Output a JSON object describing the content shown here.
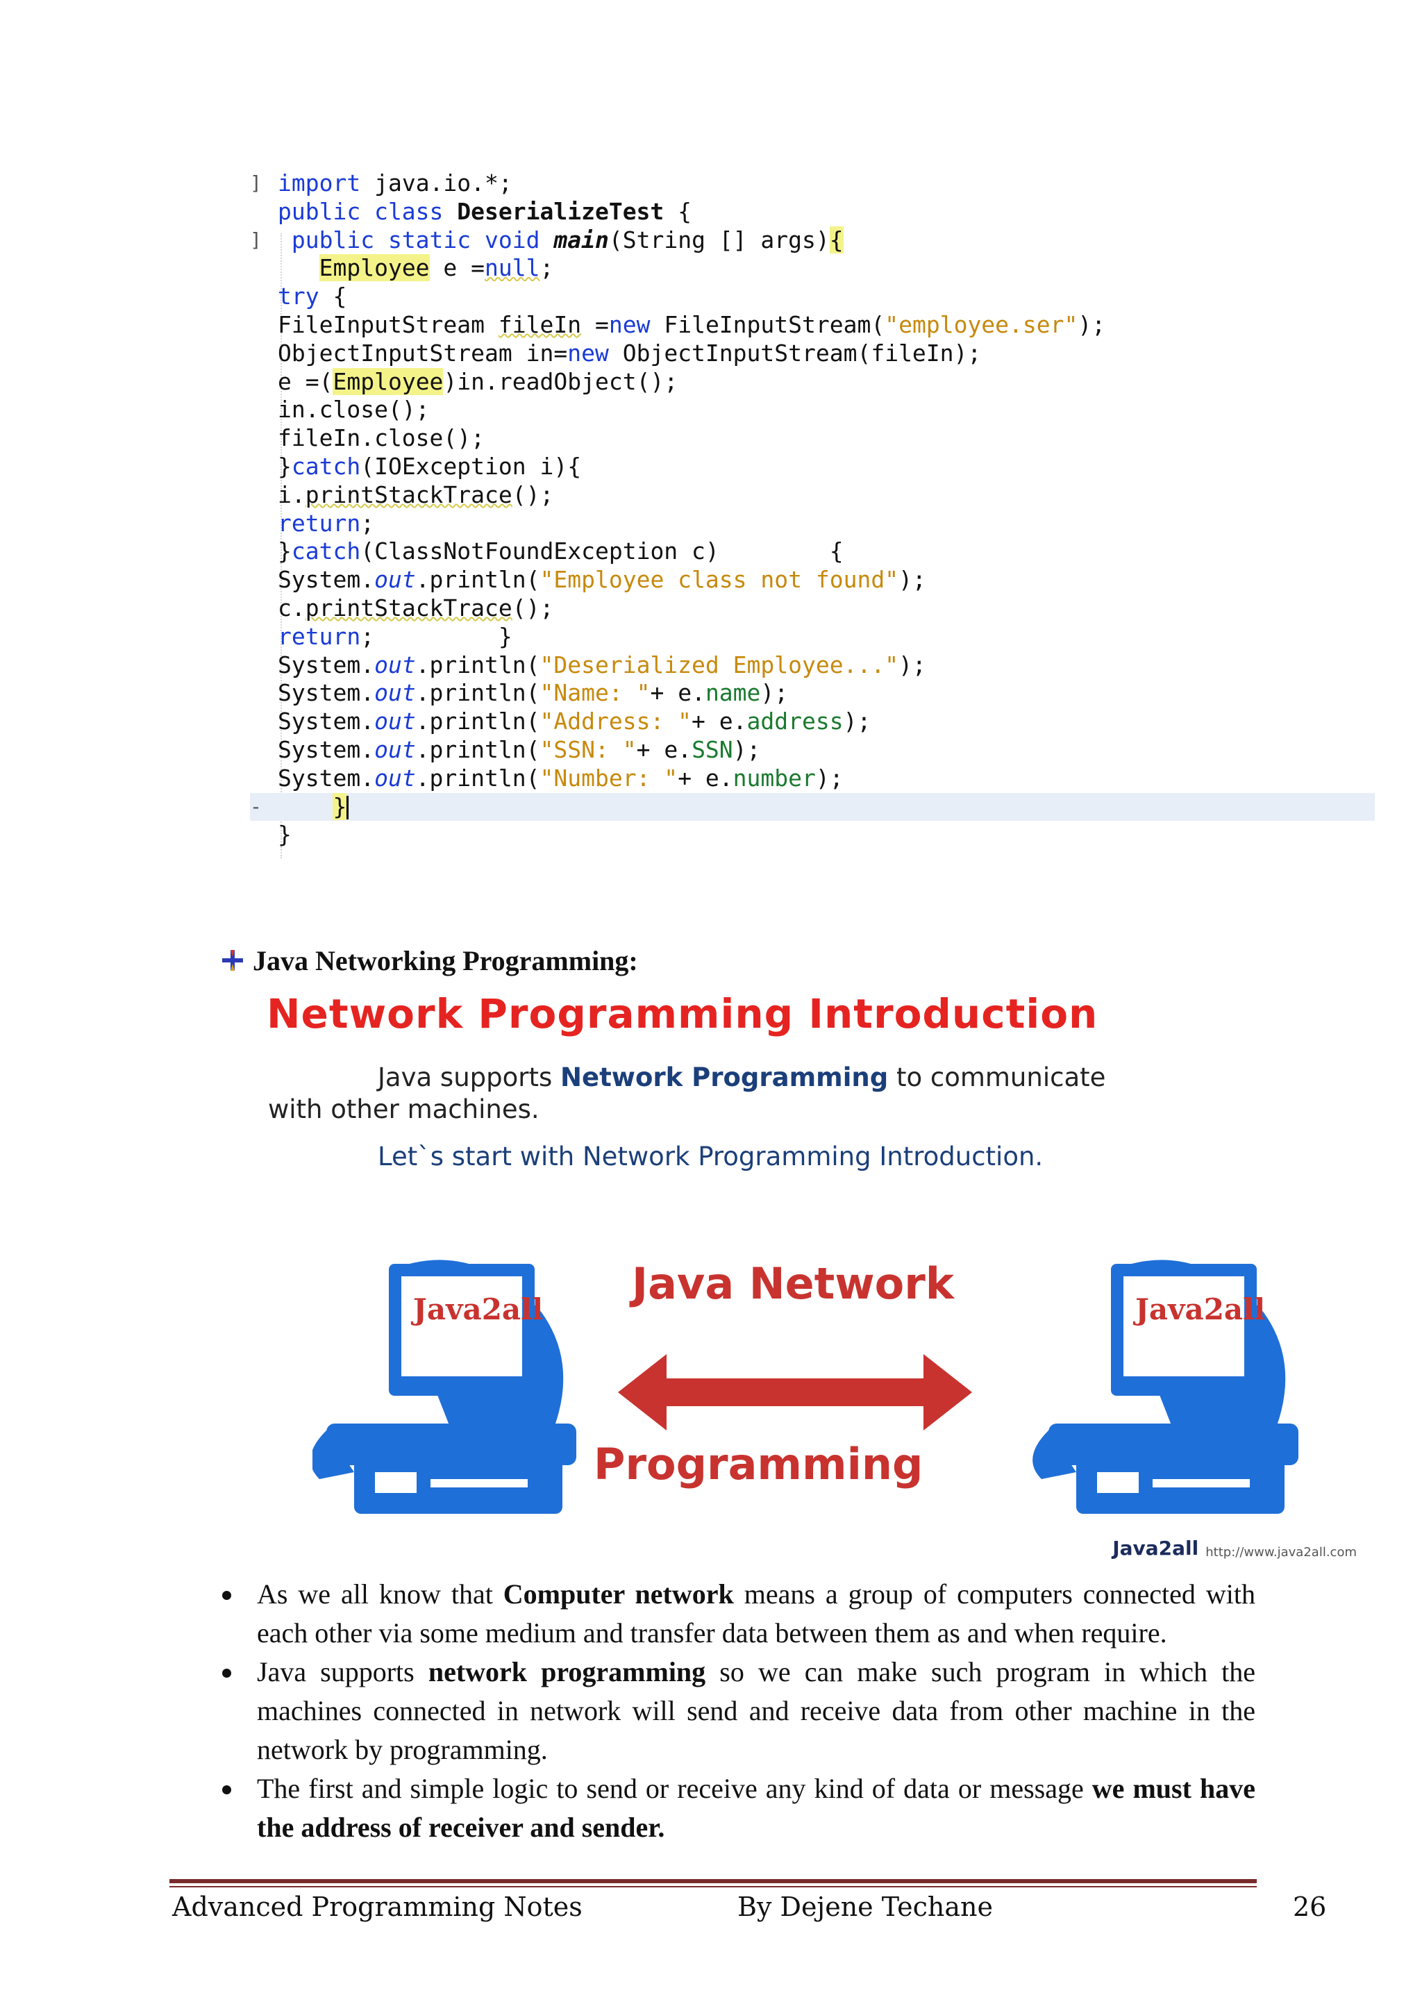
{
  "code": {
    "lines": [
      {
        "mark": "]",
        "indent": "",
        "tokens": [
          {
            "t": "import",
            "c": "kw"
          },
          {
            "t": " java.io.*;"
          }
        ]
      },
      {
        "mark": "",
        "indent": "",
        "tokens": [
          {
            "t": "public class ",
            "c": "kw"
          },
          {
            "t": "DeserializeTest",
            "c": "bold"
          },
          {
            "t": " {"
          }
        ]
      },
      {
        "mark": "]",
        "indent": " ",
        "tokens": [
          {
            "t": "public static void ",
            "c": "kw"
          },
          {
            "t": "main",
            "c": "boldit"
          },
          {
            "t": "(String [] args)"
          },
          {
            "t": "{",
            "c": "hl"
          }
        ]
      },
      {
        "mark": "",
        "indent": "   ",
        "tokens": [
          {
            "t": "Employee",
            "c": "hl"
          },
          {
            "t": " e ="
          },
          {
            "t": "null",
            "c": "kw uline"
          },
          {
            "t": ";"
          }
        ]
      },
      {
        "mark": "",
        "indent": "",
        "tokens": [
          {
            "t": "try",
            "c": "kw"
          },
          {
            "t": " {"
          }
        ]
      },
      {
        "mark": "",
        "indent": "",
        "tokens": [
          {
            "t": "FileInputStream "
          },
          {
            "t": "fileIn",
            "c": "uline"
          },
          {
            "t": " ="
          },
          {
            "t": "new",
            "c": "kw"
          },
          {
            "t": " FileInputStream("
          },
          {
            "t": "\"employee.ser\"",
            "c": "str"
          },
          {
            "t": ");"
          }
        ]
      },
      {
        "mark": "",
        "indent": "",
        "tokens": [
          {
            "t": "ObjectInputStream in="
          },
          {
            "t": "new",
            "c": "kw"
          },
          {
            "t": " ObjectInputStream(fileIn);"
          }
        ]
      },
      {
        "mark": "",
        "indent": "",
        "tokens": [
          {
            "t": "e =("
          },
          {
            "t": "Employee",
            "c": "hl"
          },
          {
            "t": ")in.readObject();"
          }
        ]
      },
      {
        "mark": "",
        "indent": "",
        "tokens": [
          {
            "t": "in.close();"
          }
        ]
      },
      {
        "mark": "",
        "indent": "",
        "tokens": [
          {
            "t": "fileIn.close();"
          }
        ]
      },
      {
        "mark": "",
        "indent": "",
        "tokens": [
          {
            "t": "}"
          },
          {
            "t": "catch",
            "c": "kw"
          },
          {
            "t": "(IOException i){"
          }
        ]
      },
      {
        "mark": "",
        "indent": "",
        "tokens": [
          {
            "t": "i."
          },
          {
            "t": "printStackTrace",
            "c": "uline"
          },
          {
            "t": "();"
          }
        ]
      },
      {
        "mark": "",
        "indent": "",
        "tokens": [
          {
            "t": "return",
            "c": "kw"
          },
          {
            "t": ";"
          }
        ]
      },
      {
        "mark": "",
        "indent": "",
        "tokens": [
          {
            "t": "}"
          },
          {
            "t": "catch",
            "c": "kw"
          },
          {
            "t": "(ClassNotFoundException c)        {"
          }
        ]
      },
      {
        "mark": "",
        "indent": "",
        "tokens": [
          {
            "t": "System."
          },
          {
            "t": "out",
            "c": "static-fld"
          },
          {
            "t": ".println("
          },
          {
            "t": "\"Employee class not found\"",
            "c": "str"
          },
          {
            "t": ");"
          }
        ]
      },
      {
        "mark": "",
        "indent": "",
        "tokens": [
          {
            "t": "c."
          },
          {
            "t": "printStackTrace",
            "c": "uline"
          },
          {
            "t": "();"
          }
        ]
      },
      {
        "mark": "",
        "indent": "",
        "tokens": [
          {
            "t": "return",
            "c": "kw"
          },
          {
            "t": ";         }"
          }
        ]
      },
      {
        "mark": "",
        "indent": "",
        "tokens": [
          {
            "t": "System."
          },
          {
            "t": "out",
            "c": "static-fld"
          },
          {
            "t": ".println("
          },
          {
            "t": "\"Deserialized Employee...\"",
            "c": "str"
          },
          {
            "t": ");"
          }
        ]
      },
      {
        "mark": "",
        "indent": "",
        "tokens": [
          {
            "t": "System."
          },
          {
            "t": "out",
            "c": "static-fld"
          },
          {
            "t": ".println("
          },
          {
            "t": "\"Name: \"",
            "c": "str"
          },
          {
            "t": "+ e."
          },
          {
            "t": "name",
            "c": "fld"
          },
          {
            "t": ");"
          }
        ]
      },
      {
        "mark": "",
        "indent": "",
        "tokens": [
          {
            "t": "System."
          },
          {
            "t": "out",
            "c": "static-fld"
          },
          {
            "t": ".println("
          },
          {
            "t": "\"Address: \"",
            "c": "str"
          },
          {
            "t": "+ e."
          },
          {
            "t": "address",
            "c": "fld"
          },
          {
            "t": ");"
          }
        ]
      },
      {
        "mark": "",
        "indent": "",
        "tokens": [
          {
            "t": "System."
          },
          {
            "t": "out",
            "c": "static-fld"
          },
          {
            "t": ".println("
          },
          {
            "t": "\"SSN: \"",
            "c": "str"
          },
          {
            "t": "+ e."
          },
          {
            "t": "SSN",
            "c": "fld"
          },
          {
            "t": ");"
          }
        ]
      },
      {
        "mark": "",
        "indent": "",
        "tokens": [
          {
            "t": "System."
          },
          {
            "t": "out",
            "c": "static-fld"
          },
          {
            "t": ".println("
          },
          {
            "t": "\"Number: \"",
            "c": "str"
          },
          {
            "t": "+ e."
          },
          {
            "t": "number",
            "c": "fld"
          },
          {
            "t": ");"
          }
        ]
      },
      {
        "mark": "-",
        "indent": "    ",
        "current": true,
        "tokens": [
          {
            "t": "}",
            "c": "hl"
          }
        ],
        "cursor": true
      },
      {
        "mark": "",
        "indent": "",
        "tokens": [
          {
            "t": "}"
          }
        ]
      }
    ]
  },
  "heading": {
    "text": "Java Networking  Programming:",
    "icon": "bullet-arrow-icon"
  },
  "banner": {
    "title": "Network Programming Introduction",
    "line1_pre": "Java supports ",
    "line1_blue": "Network Programming",
    "line1_post": " to communicate",
    "line2": "with other machines.",
    "line3": "Let`s start with Network Programming Introduction.",
    "art_title": "Java Network",
    "art_subtitle": "Programming",
    "logo_text": "Java2all",
    "credit_logo": "Java2all",
    "credit_url": "http://www.java2all.com",
    "colors": {
      "computer": "#1f6fd8",
      "arrow": "#c8332f",
      "title": "#e52421"
    }
  },
  "bullets": [
    {
      "parts": [
        {
          "t": "As we all know that "
        },
        {
          "t": "Computer network",
          "b": true
        },
        {
          "t": " means a group of computers connected with each other via some medium and transfer data between them as and when require."
        }
      ]
    },
    {
      "parts": [
        {
          "t": "Java supports "
        },
        {
          "t": "network programming",
          "b": true
        },
        {
          "t": " so we can make such program in which the machines connected in network will send and receive data from other machine in the network by programming."
        }
      ]
    },
    {
      "parts": [
        {
          "t": "The first and simple logic to send or receive any kind of data or message "
        },
        {
          "t": "we must have the address of receiver and sender.",
          "b": true
        }
      ]
    }
  ],
  "footer": {
    "left": "Advanced Programming Notes",
    "center": "By Dejene Techane",
    "page": "26",
    "rule_color": "#7b2b2b"
  }
}
